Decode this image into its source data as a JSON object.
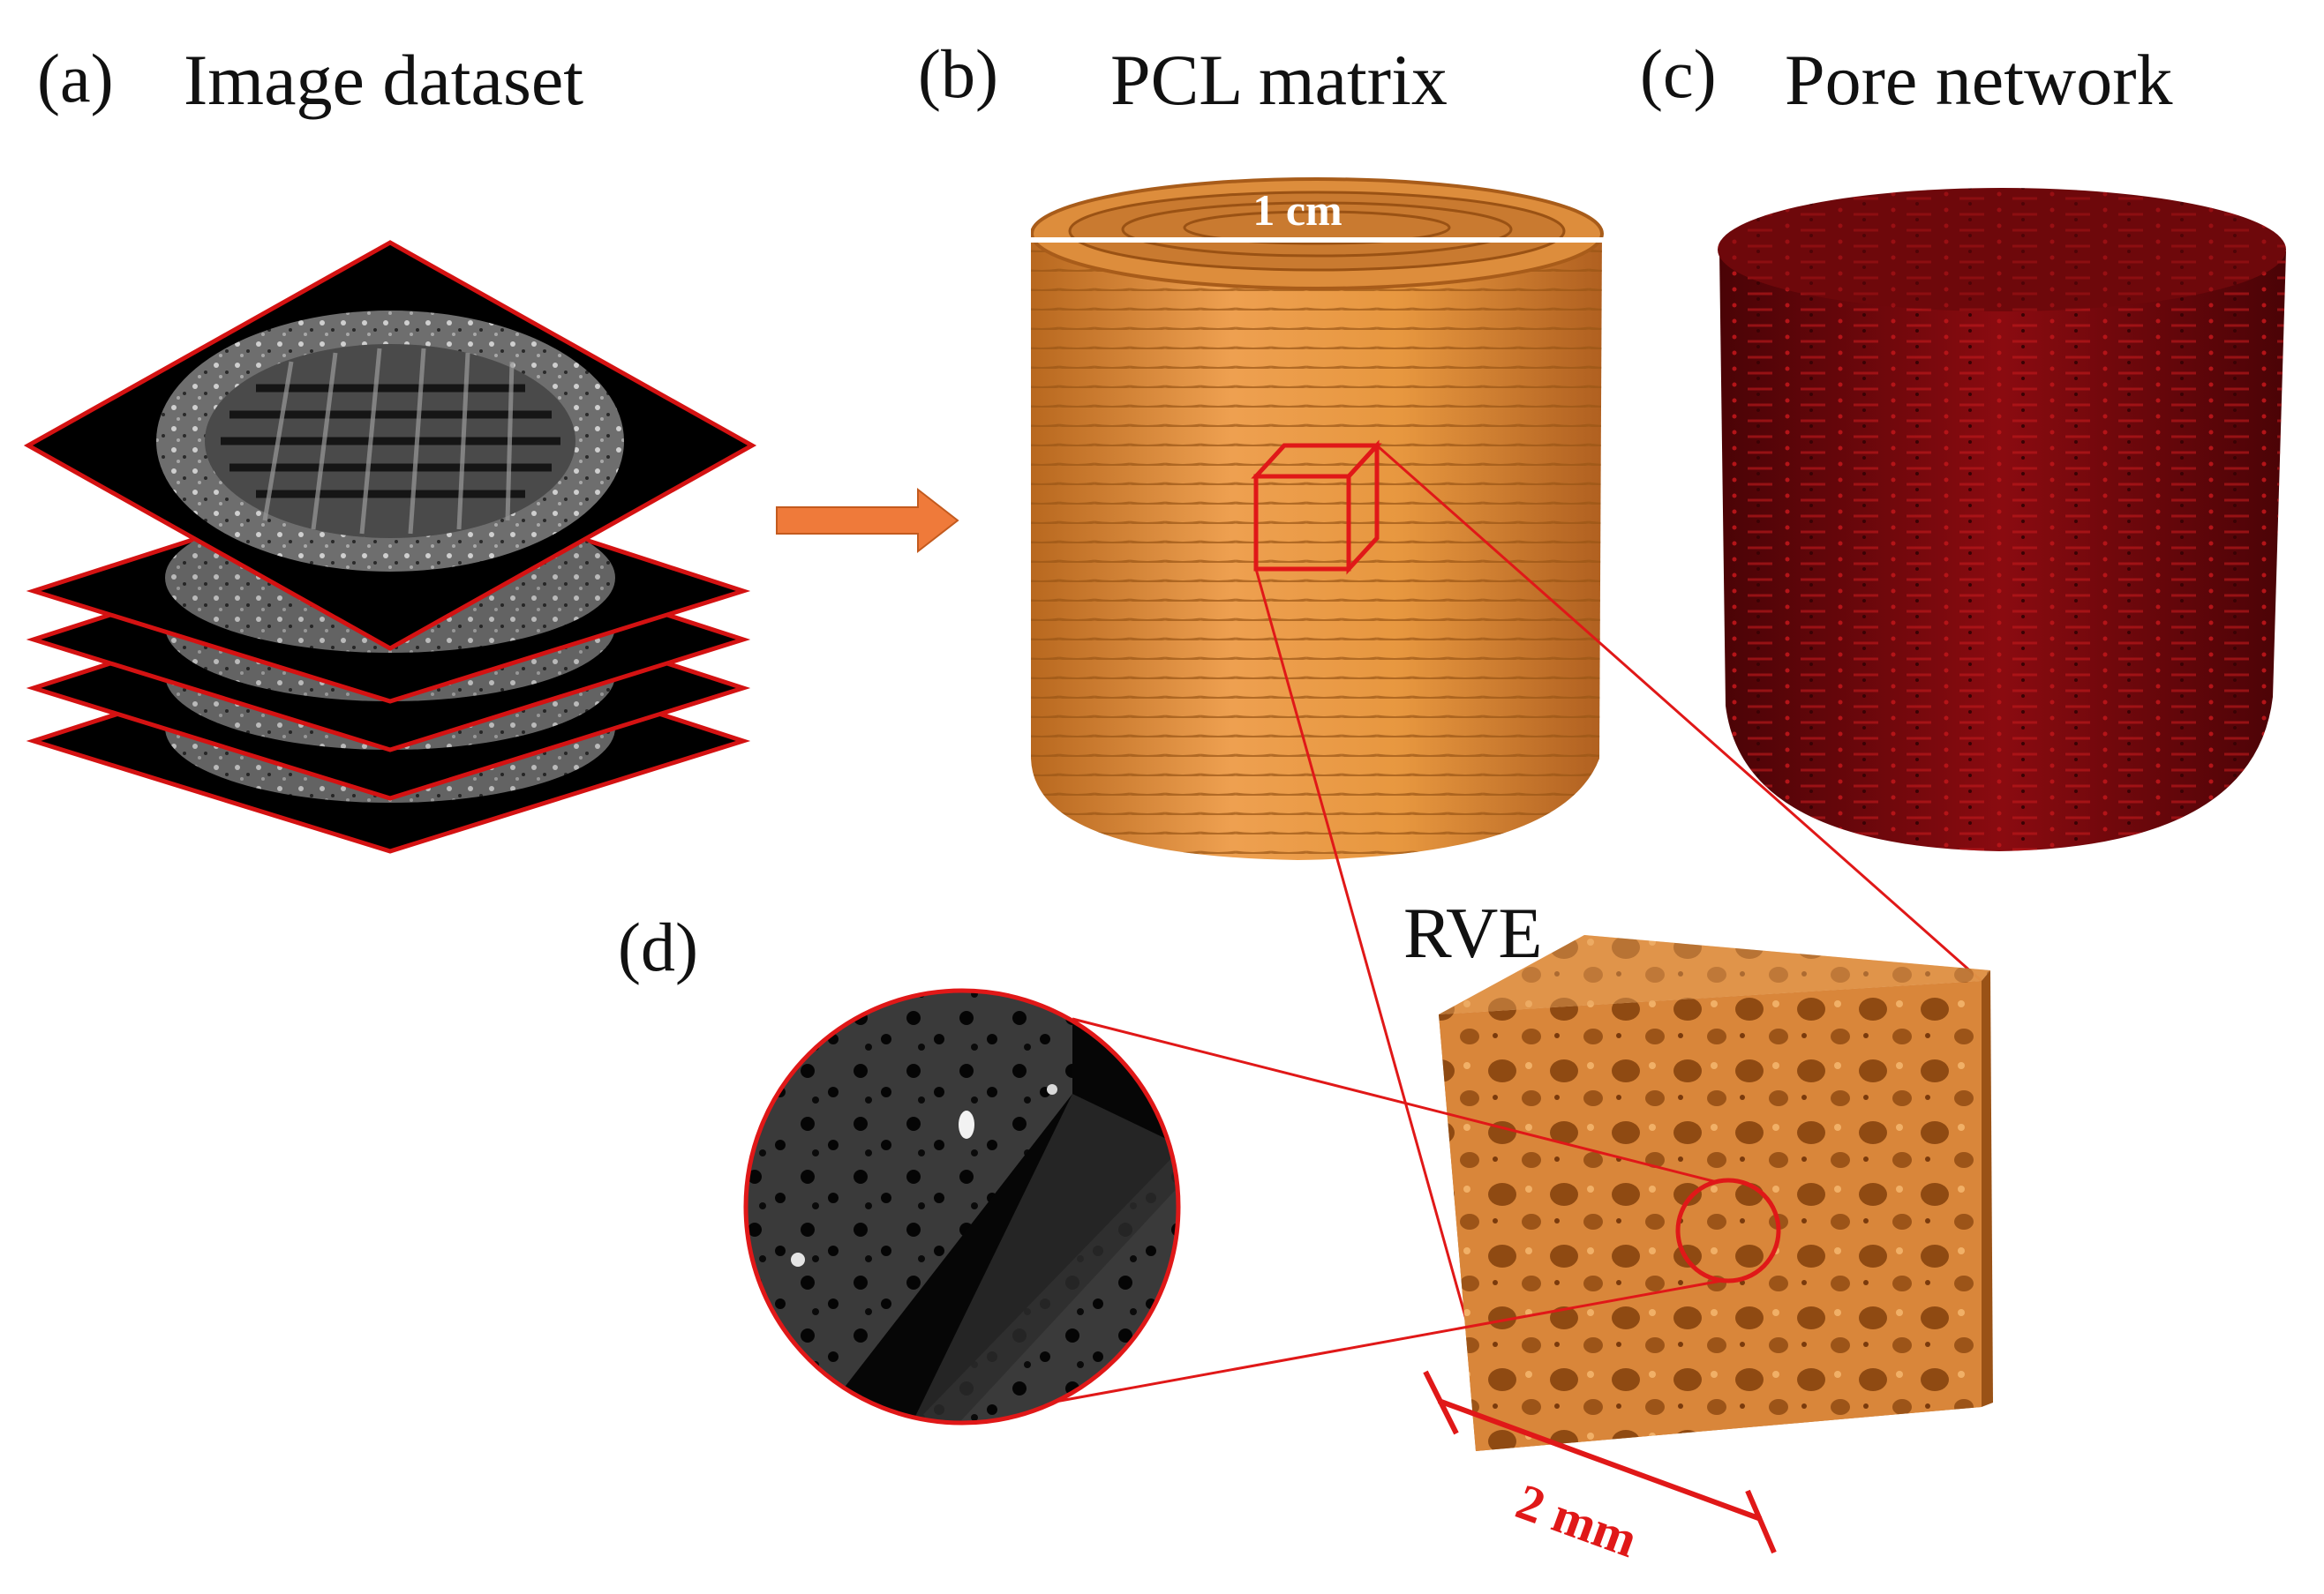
{
  "panels": {
    "a": {
      "label": "(a)",
      "title": "Image dataset"
    },
    "b": {
      "label": "(b)",
      "title": "PCL matrix",
      "scale_label": "1 cm"
    },
    "c": {
      "label": "(c)",
      "title": "Pore network"
    },
    "d": {
      "label": "(d)",
      "rve_title": "RVE",
      "scale_label": "2 mm"
    }
  },
  "colors": {
    "pcl": "#e3913f",
    "pcl_dark": "#a75a1a",
    "pore": "#7a0a0c",
    "highlight": "#e01818",
    "slice": "#000000",
    "arrow": "#ef7a3a"
  },
  "slice_count": 5
}
